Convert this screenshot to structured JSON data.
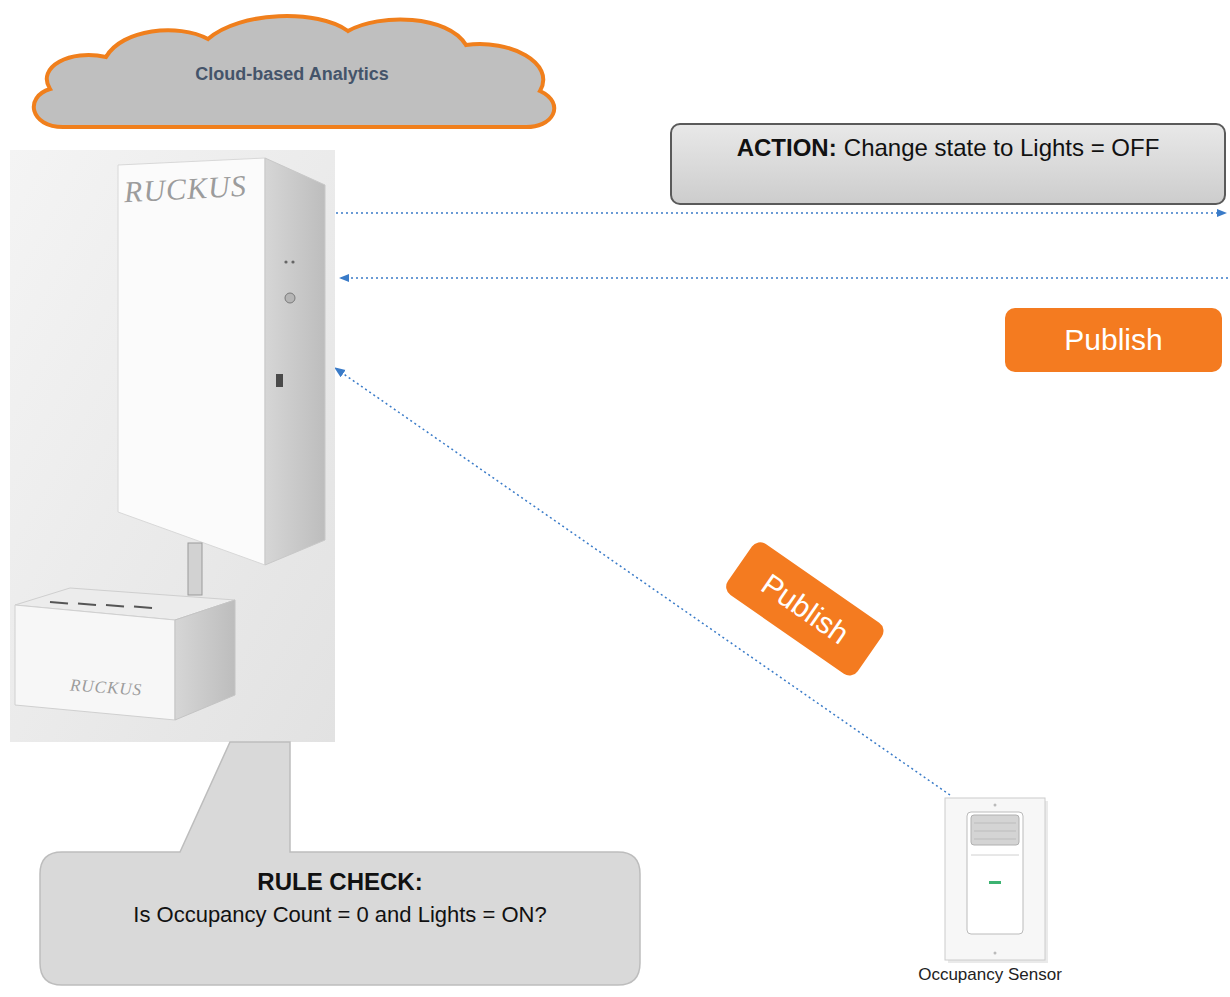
{
  "diagram": {
    "nodes": [
      {
        "text": [
          "Cloud-based Analytics"
        ]
      },
      {
        "text": [
          "RUCKUS",
          "RUCKUS"
        ]
      },
      {
        "text": [
          "ACTION:",
          "Change state to Lights = OFF"
        ]
      },
      {
        "text": [
          "Publish"
        ]
      },
      {
        "text": [
          "RULE CHECK:",
          "Is Occupancy Count = 0 and Lights = ON?"
        ]
      },
      {
        "text": [
          "Occupancy Sensor"
        ]
      }
    ],
    "edges": [
      {
        "from": 5,
        "to": 1,
        "arrow": "to",
        "label": "Publish"
      }
    ]
  }
}
